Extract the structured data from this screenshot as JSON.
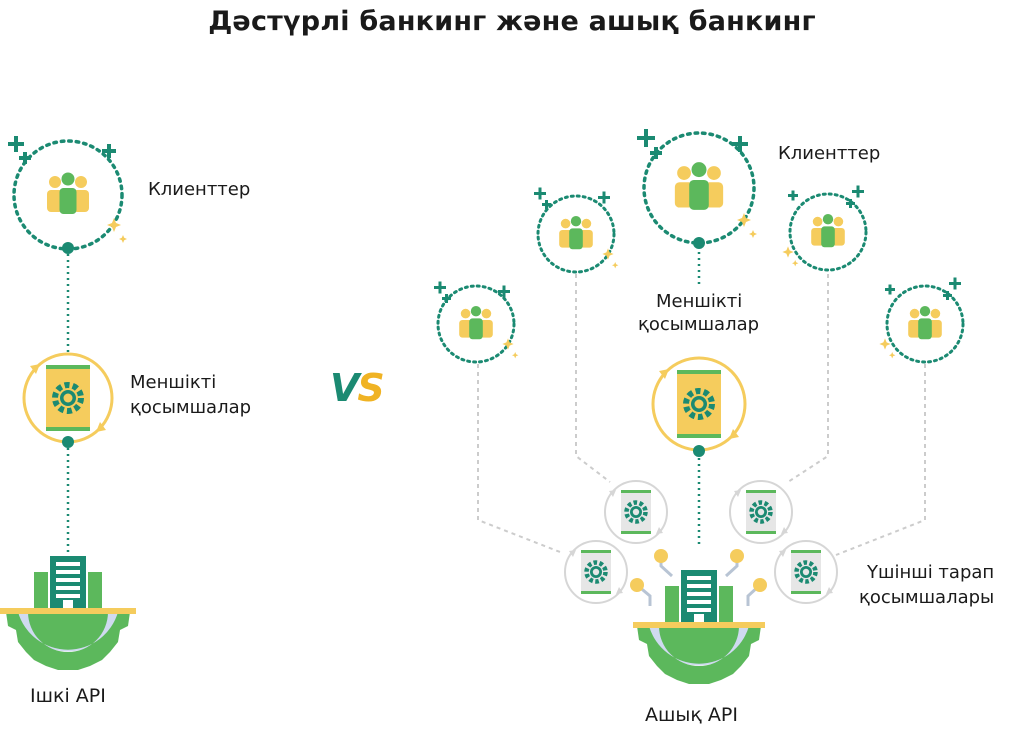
{
  "title": "Дәстүрлі банкинг және ашық банкинг",
  "vs": {
    "v": "V",
    "s": "S"
  },
  "left": {
    "clients_label": "Клиенттер",
    "apps_label_1": "Меншікті",
    "apps_label_2": "қосымшалар",
    "api_label": "Ішкі API"
  },
  "right": {
    "clients_label": "Клиенттер",
    "apps_label_1": "Меншікті",
    "apps_label_2": "қосымшалар",
    "third_party_label_1": "Үшінші тарап",
    "third_party_label_2": "қосымшалары",
    "api_label": "Ашық API"
  },
  "colors": {
    "green": "#1b8a72",
    "bright_green": "#5cb85c",
    "yellow": "#f5cc5d",
    "gold": "#f0b324",
    "grey_connector": "#cccccc"
  }
}
